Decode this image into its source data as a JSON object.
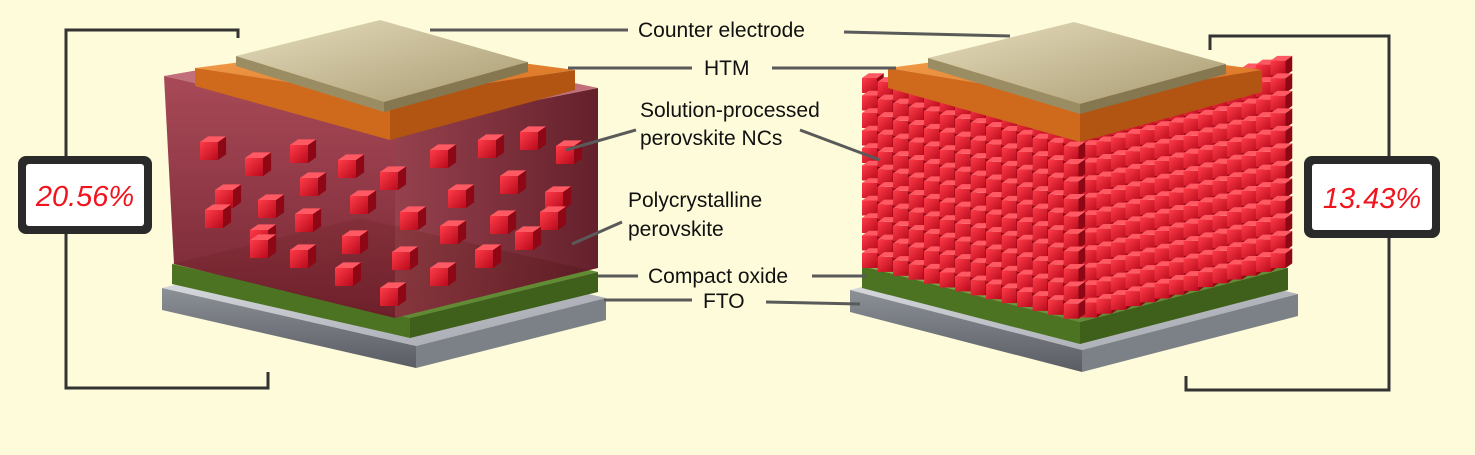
{
  "labels": {
    "counter_electrode": "Counter electrode",
    "htm": "HTM",
    "solution_line1": "Solution-processed",
    "solution_line2": "perovskite NCs",
    "poly_line1": "Polycrystalline",
    "poly_line2": "perovskite",
    "compact_oxide": "Compact oxide",
    "fto": "FTO"
  },
  "devices": {
    "left": {
      "efficiency": "20.56%",
      "absorber": "polycrystalline perovskite film"
    },
    "right": {
      "efficiency": "13.43%",
      "absorber": "perovskite nanocrystal array"
    }
  },
  "colors": {
    "background": "#fdfbd9",
    "electrode": "#c9bd98",
    "htm": "#e88a3a",
    "perovskite_film": "#8e2438",
    "nanocrystal": "#e0142a",
    "compact_oxide": "#6d9a3c",
    "fto": "#a9adb3",
    "efficiency_text": "#f0141e"
  }
}
